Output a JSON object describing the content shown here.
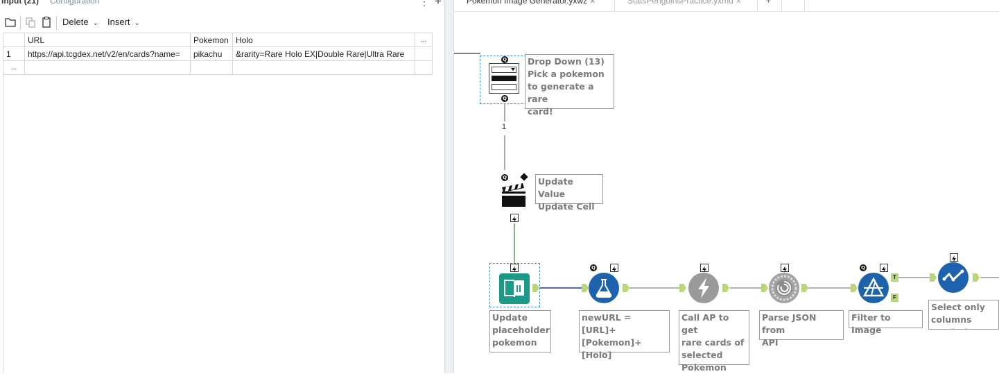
{
  "left_panel": {
    "title": "Input (21)",
    "config_tab": "Configuration",
    "toolbar": {
      "delete_label": "Delete",
      "insert_label": "Insert"
    },
    "columns": [
      "",
      "URL",
      "Pokemon",
      "Holo",
      "..."
    ],
    "rows": [
      [
        "1",
        "https://api.tcgdex.net/v2/en/cards?name=",
        "pikachu",
        "&rarity=Rare Holo EX|Double Rare|Ultra Rare",
        ""
      ],
      [
        "...",
        "",
        "",
        "",
        ""
      ]
    ]
  },
  "canvas": {
    "tabs": [
      "Pokemon Image Generator.yxwz",
      "StatsPenguinsPractice.yxmd",
      "+"
    ],
    "connection_count": "1",
    "nodes": {
      "dropdown": {
        "label": "Drop Down (13)\nPick a pokemon\nto generate a rare\ncard!"
      },
      "update_value": {
        "label": "Update Value\nUpdate Cell"
      },
      "text_input": {
        "label": "Update\nplaceholder\npokemon"
      },
      "formula": {
        "label": "newURL = [URL]+\n[Pokemon]+\n[Holo]"
      },
      "download": {
        "label": "Call AP to get\nrare cards of\nselected\nPokemon"
      },
      "json_parse": {
        "label": "Parse JSON from\nAPI"
      },
      "filter": {
        "label": "Filter to Image",
        "true_anchor": "T",
        "false_anchor": "F"
      },
      "select": {
        "label": "Select only\ncolumns needed"
      }
    }
  }
}
